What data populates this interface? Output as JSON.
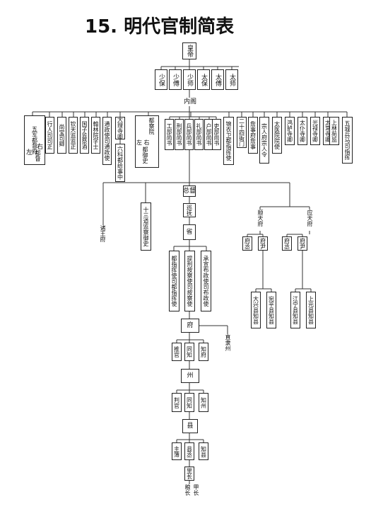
{
  "title": "15.  明代官制简表",
  "nodes": {
    "emperor": "皇帝",
    "shaobao": "少保",
    "shaofu": "少傅",
    "shaoshi": "少师",
    "taibao": "太保",
    "taifu": "太傅",
    "taishi": "太师",
    "neige": "内阁",
    "wujun": "五军都督府",
    "wujun_left": "左",
    "wujun_right": "右",
    "wujun_dudu": "都督",
    "xingrensi": "行人司司正",
    "shangbaosi": "尚宝司卿",
    "qintianjian": "钦天监监正",
    "guozijian": "国子监祭酒",
    "hanlinyuan": "翰林院学士",
    "tongzhengsi": "通政使司通政使",
    "dalisi": "大理寺卿",
    "liuke": "六科都给事中",
    "duchayuan": "都察院",
    "duchayuan_lr": "左 右",
    "duyushi": "都御史",
    "gongbu": "工部尚书",
    "xingbu": "刑部尚书",
    "bingbu": "兵部尚书",
    "libu_rites": "礼部尚书",
    "hubu": "户部尚书",
    "libu_personnel": "吏部尚书",
    "jinyiwei": "锦衣卫都指挥使",
    "ershisiyamen": "二十四衙门",
    "zhanshifu": "詹事府詹事",
    "zongrenfu": "宗人府宗人令",
    "taiyiyuan": "太医院院使",
    "honglusi": "鸿胪寺卿",
    "taipusi": "太仆寺卿",
    "guanglusi": "光禄寺卿",
    "taichangsi": "太常寺卿",
    "shanglinyuan": "上林苑监",
    "wucheng": "五城兵马司指挥",
    "zongdu": "总督",
    "xunfu": "巡抚",
    "sheng": "省",
    "zhuwangfu": "诸王府",
    "shierdao": "十三道监察御史",
    "duzhihuisi": "都指挥使司都指挥使",
    "tixing": "提刑按察使司按察使",
    "chengxuan": "承宣布政使司布政使",
    "shuntianfu": "顺天府",
    "yingtianfu": "应天府",
    "shuntian_fucheng": "府丞",
    "shuntian_fuyin": "府尹",
    "yingtian_fucheng": "府丞",
    "yingtian_fuyin": "府尹",
    "daxing": "大兴县知县",
    "wanping": "宛平县知县",
    "jiangning": "江宁县知县",
    "shangyuan": "上元县知县",
    "fu": "府",
    "zhilizhou": "直隶州",
    "tuiguan": "推官",
    "tongzhi": "同知",
    "zhifu": "知府",
    "zhou": "州",
    "panguan": "判官",
    "zhou_tongzhi": "同知",
    "zhizhou": "知州",
    "xian": "县",
    "zhubu": "主簿",
    "xiancheng": "县丞",
    "zhixian": "知县",
    "lizhang": "里长",
    "jiazhang": "甲长",
    "liangzhang": "粮长"
  }
}
